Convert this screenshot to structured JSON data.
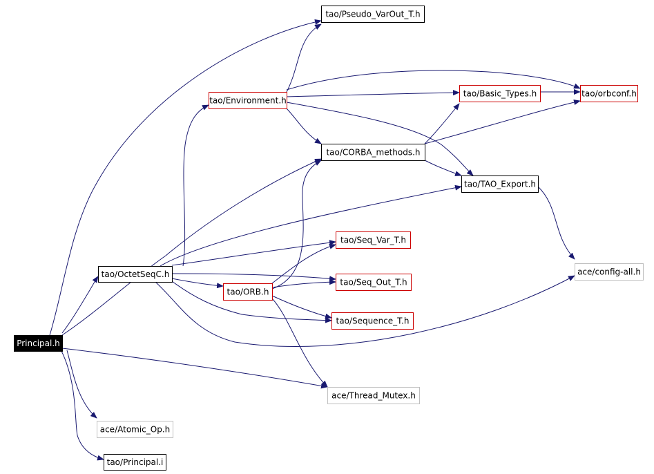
{
  "colors": {
    "edge": "#191970",
    "border_black": "#000000",
    "border_red": "#cc0000",
    "border_gray": "#bfbfbf",
    "root_fill": "#000000",
    "root_text": "#ffffff",
    "node_fill": "#ffffff",
    "node_text": "#000000"
  },
  "nodes": {
    "principal": {
      "label": "Principal.h",
      "style": "root"
    },
    "octetseqc": {
      "label": "tao/OctetSeqC.h",
      "style": "black"
    },
    "pseudo_varout": {
      "label": "tao/Pseudo_VarOut_T.h",
      "style": "black"
    },
    "environment": {
      "label": "tao/Environment.h",
      "style": "red"
    },
    "basic_types": {
      "label": "tao/Basic_Types.h",
      "style": "red"
    },
    "orbconf": {
      "label": "tao/orbconf.h",
      "style": "red"
    },
    "corba_methods": {
      "label": "tao/CORBA_methods.h",
      "style": "black"
    },
    "tao_export": {
      "label": "tao/TAO_Export.h",
      "style": "black"
    },
    "seq_var": {
      "label": "tao/Seq_Var_T.h",
      "style": "red"
    },
    "seq_out": {
      "label": "tao/Seq_Out_T.h",
      "style": "red"
    },
    "orb": {
      "label": "tao/ORB.h",
      "style": "red"
    },
    "sequence_t": {
      "label": "tao/Sequence_T.h",
      "style": "red"
    },
    "config_all": {
      "label": "ace/config-all.h",
      "style": "gray"
    },
    "thread_mutex": {
      "label": "ace/Thread_Mutex.h",
      "style": "gray"
    },
    "atomic_op": {
      "label": "ace/Atomic_Op.h",
      "style": "gray"
    },
    "principal_i": {
      "label": "tao/Principal.i",
      "style": "black"
    }
  },
  "edges": [
    {
      "from": "principal",
      "to": "octetseqc"
    },
    {
      "from": "principal",
      "to": "pseudo_varout"
    },
    {
      "from": "principal",
      "to": "corba_methods"
    },
    {
      "from": "principal",
      "to": "thread_mutex"
    },
    {
      "from": "principal",
      "to": "atomic_op"
    },
    {
      "from": "principal",
      "to": "principal_i"
    },
    {
      "from": "octetseqc",
      "to": "environment"
    },
    {
      "from": "octetseqc",
      "to": "tao_export"
    },
    {
      "from": "octetseqc",
      "to": "seq_var"
    },
    {
      "from": "octetseqc",
      "to": "seq_out"
    },
    {
      "from": "octetseqc",
      "to": "orb"
    },
    {
      "from": "octetseqc",
      "to": "sequence_t"
    },
    {
      "from": "octetseqc",
      "to": "config_all"
    },
    {
      "from": "environment",
      "to": "pseudo_varout"
    },
    {
      "from": "environment",
      "to": "orbconf"
    },
    {
      "from": "environment",
      "to": "basic_types"
    },
    {
      "from": "environment",
      "to": "corba_methods"
    },
    {
      "from": "environment",
      "to": "tao_export"
    },
    {
      "from": "basic_types",
      "to": "orbconf"
    },
    {
      "from": "corba_methods",
      "to": "basic_types"
    },
    {
      "from": "corba_methods",
      "to": "orbconf"
    },
    {
      "from": "corba_methods",
      "to": "tao_export"
    },
    {
      "from": "tao_export",
      "to": "config_all"
    },
    {
      "from": "orb",
      "to": "corba_methods"
    },
    {
      "from": "orb",
      "to": "seq_var"
    },
    {
      "from": "orb",
      "to": "seq_out"
    },
    {
      "from": "orb",
      "to": "sequence_t"
    },
    {
      "from": "orb",
      "to": "thread_mutex"
    }
  ]
}
